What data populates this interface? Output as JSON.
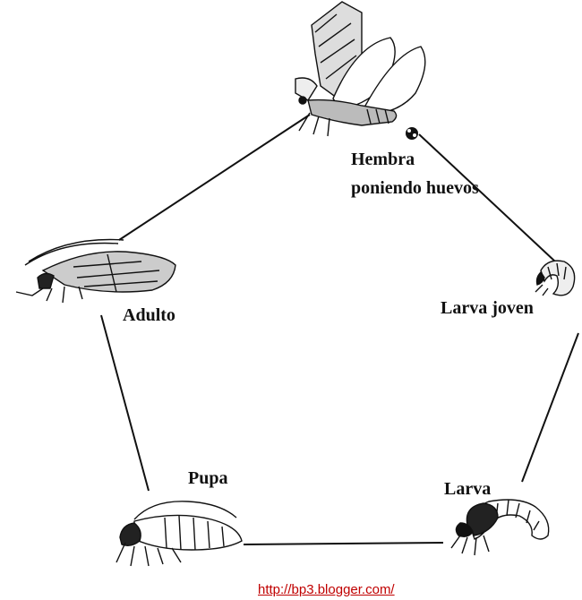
{
  "stages": {
    "female": {
      "line1": "Hembra",
      "line2": "poniendo huevos"
    },
    "young_larva": "Larva joven",
    "larva": "Larva",
    "pupa": "Pupa",
    "adult": "Adulto"
  },
  "source_link": "http://bp3.blogger.com/",
  "colors": {
    "ink": "#111111",
    "link": "#c00000"
  }
}
